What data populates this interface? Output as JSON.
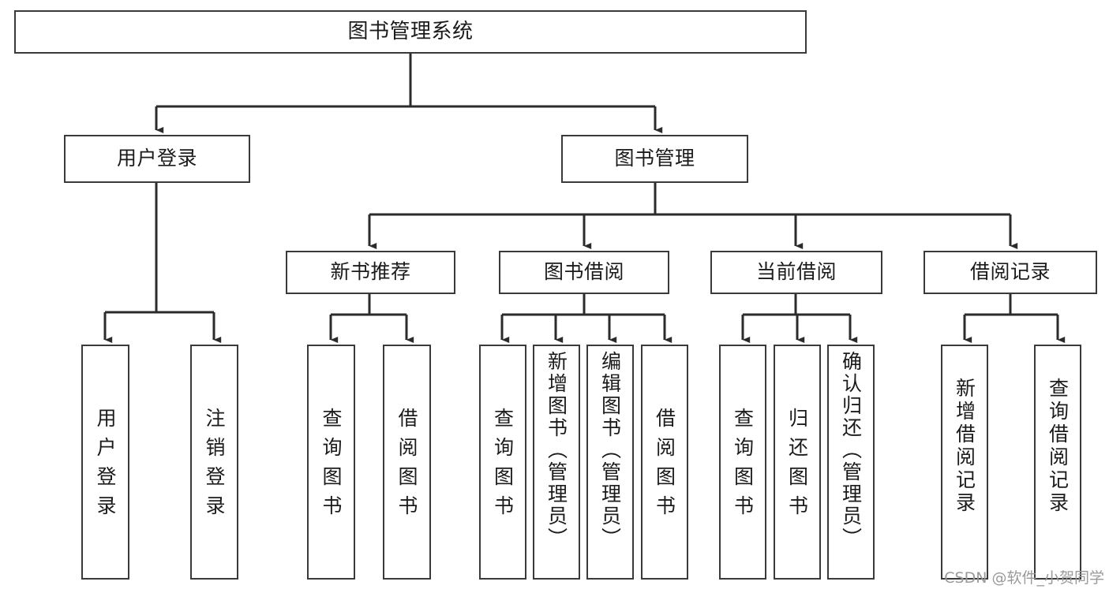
{
  "diagram": {
    "type": "tree-hierarchy",
    "title": "图书管理系统",
    "orientation": "top-down",
    "colors": {
      "node_border": "#3a3a3a",
      "node_fill": "#ffffff",
      "connector": "#2b2b2b",
      "text": "#1b1b1b",
      "watermark": "#9a9a9a",
      "background": "#ffffff"
    },
    "root": {
      "id": "root",
      "label": "图书管理系统"
    },
    "level1": [
      {
        "id": "user-login",
        "label": "用户登录"
      },
      {
        "id": "book-management",
        "label": "图书管理"
      }
    ],
    "level2": [
      {
        "id": "new-book-recommend",
        "label": "新书推荐",
        "parent": "book-management"
      },
      {
        "id": "book-borrow",
        "label": "图书借阅",
        "parent": "book-management"
      },
      {
        "id": "current-borrow",
        "label": "当前借阅",
        "parent": "book-management"
      },
      {
        "id": "borrow-record",
        "label": "借阅记录",
        "parent": "book-management"
      }
    ],
    "leaves": [
      {
        "id": "leaf-user-login",
        "label": "用户登录",
        "parent": "user-login"
      },
      {
        "id": "leaf-logout-login",
        "label": "注销登录",
        "parent": "user-login"
      },
      {
        "id": "leaf-query-book-1",
        "label": "查询图书",
        "parent": "new-book-recommend"
      },
      {
        "id": "leaf-borrow-book-1",
        "label": "借阅图书",
        "parent": "new-book-recommend"
      },
      {
        "id": "leaf-query-book-2",
        "label": "查询图书",
        "parent": "book-borrow"
      },
      {
        "id": "leaf-add-book",
        "label": "新增图书（管理员）",
        "parent": "book-borrow"
      },
      {
        "id": "leaf-edit-book",
        "label": "编辑图书（管理员）",
        "parent": "book-borrow"
      },
      {
        "id": "leaf-borrow-book-2",
        "label": "借阅图书",
        "parent": "book-borrow"
      },
      {
        "id": "leaf-query-book-3",
        "label": "查询图书",
        "parent": "current-borrow"
      },
      {
        "id": "leaf-return-book",
        "label": "归还图书",
        "parent": "current-borrow"
      },
      {
        "id": "leaf-confirm-return",
        "label": "确认归还（管理员）",
        "parent": "current-borrow"
      },
      {
        "id": "leaf-add-record",
        "label": "新增借阅记录",
        "parent": "borrow-record"
      },
      {
        "id": "leaf-query-record",
        "label": "查询借阅记录",
        "parent": "borrow-record"
      }
    ]
  },
  "watermark": {
    "text": "CSDN @软件_小贺同学"
  }
}
